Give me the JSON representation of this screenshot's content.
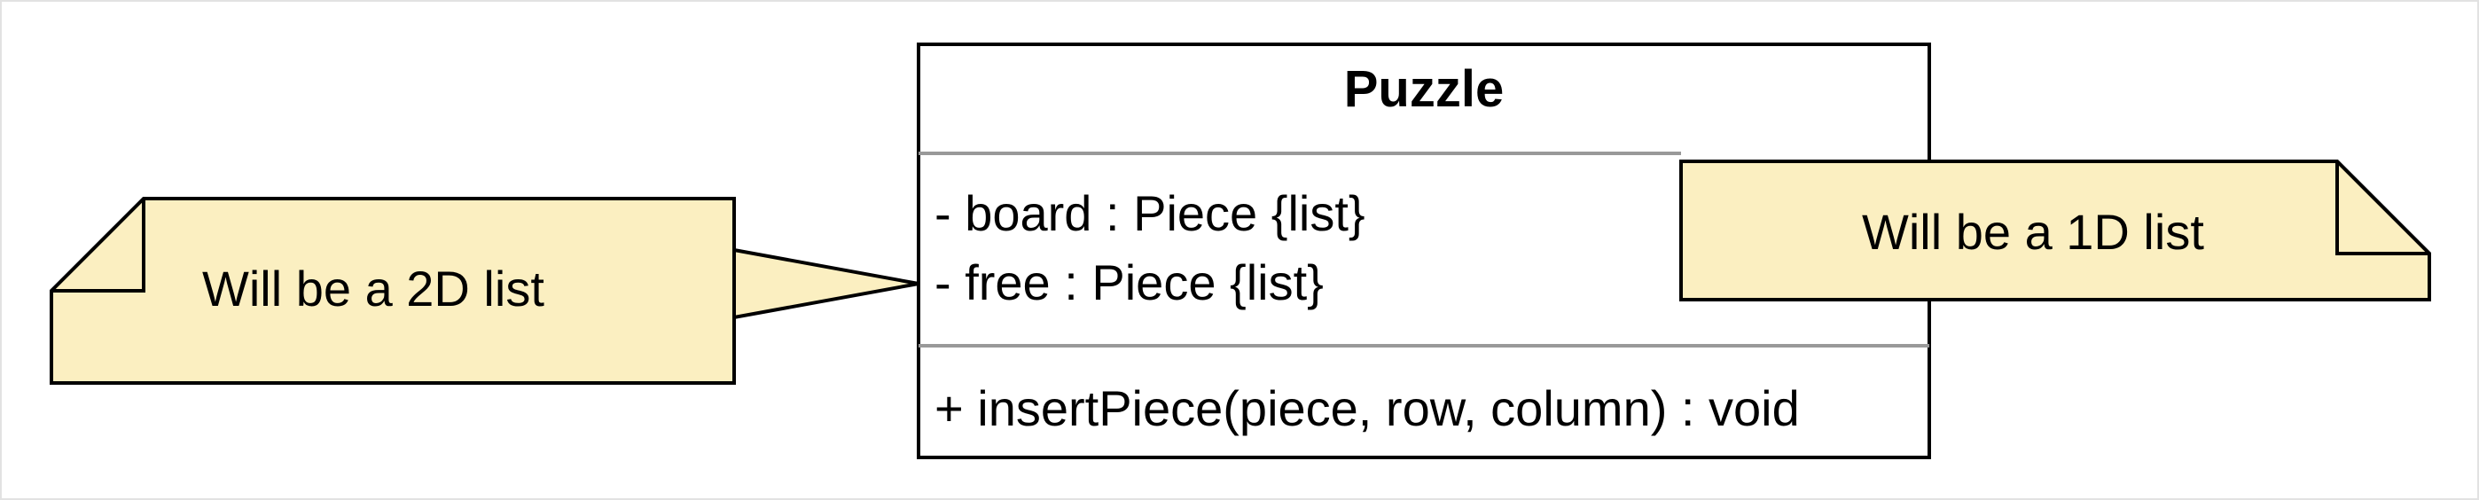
{
  "class_box": {
    "name": "Puzzle",
    "attributes": [
      "- board : Piece {list}",
      "- free : Piece {list}"
    ],
    "operations": [
      "+ insertPiece(piece, row, column) : void"
    ]
  },
  "notes": {
    "left": {
      "text": "Will be a 2D list"
    },
    "right": {
      "text": "Will be a 1D list"
    }
  },
  "colors": {
    "note_fill": "#fbefc1",
    "stroke": "#000000",
    "separator": "#999999",
    "background": "#ffffff"
  }
}
